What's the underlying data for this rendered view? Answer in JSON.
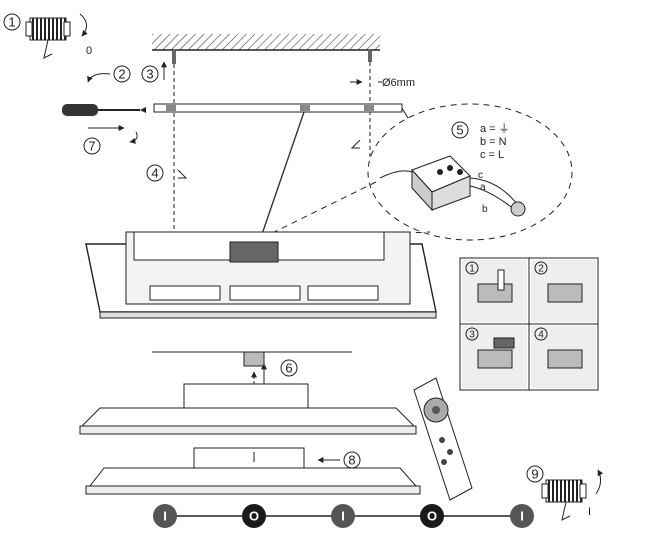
{
  "steps": [
    "1",
    "2",
    "3",
    "4",
    "5",
    "6",
    "7",
    "8",
    "9"
  ],
  "drill_size": "Ø6mm",
  "wiring_legend": [
    "a = ⏚",
    "b = N",
    "c = L"
  ],
  "wire_letters": {
    "c": "c",
    "a": "a",
    "b": "b"
  },
  "switch_states": {
    "off": "0",
    "on": "I"
  },
  "battery_steps": [
    "1",
    "2",
    "3",
    "4"
  ],
  "toggle_sequence": [
    "I",
    "O",
    "I",
    "O",
    "I"
  ],
  "colors": {
    "line": "#333333",
    "toggle_on": "#555555",
    "toggle_off": "#1a1a1a",
    "panel": "#eeeeee"
  }
}
